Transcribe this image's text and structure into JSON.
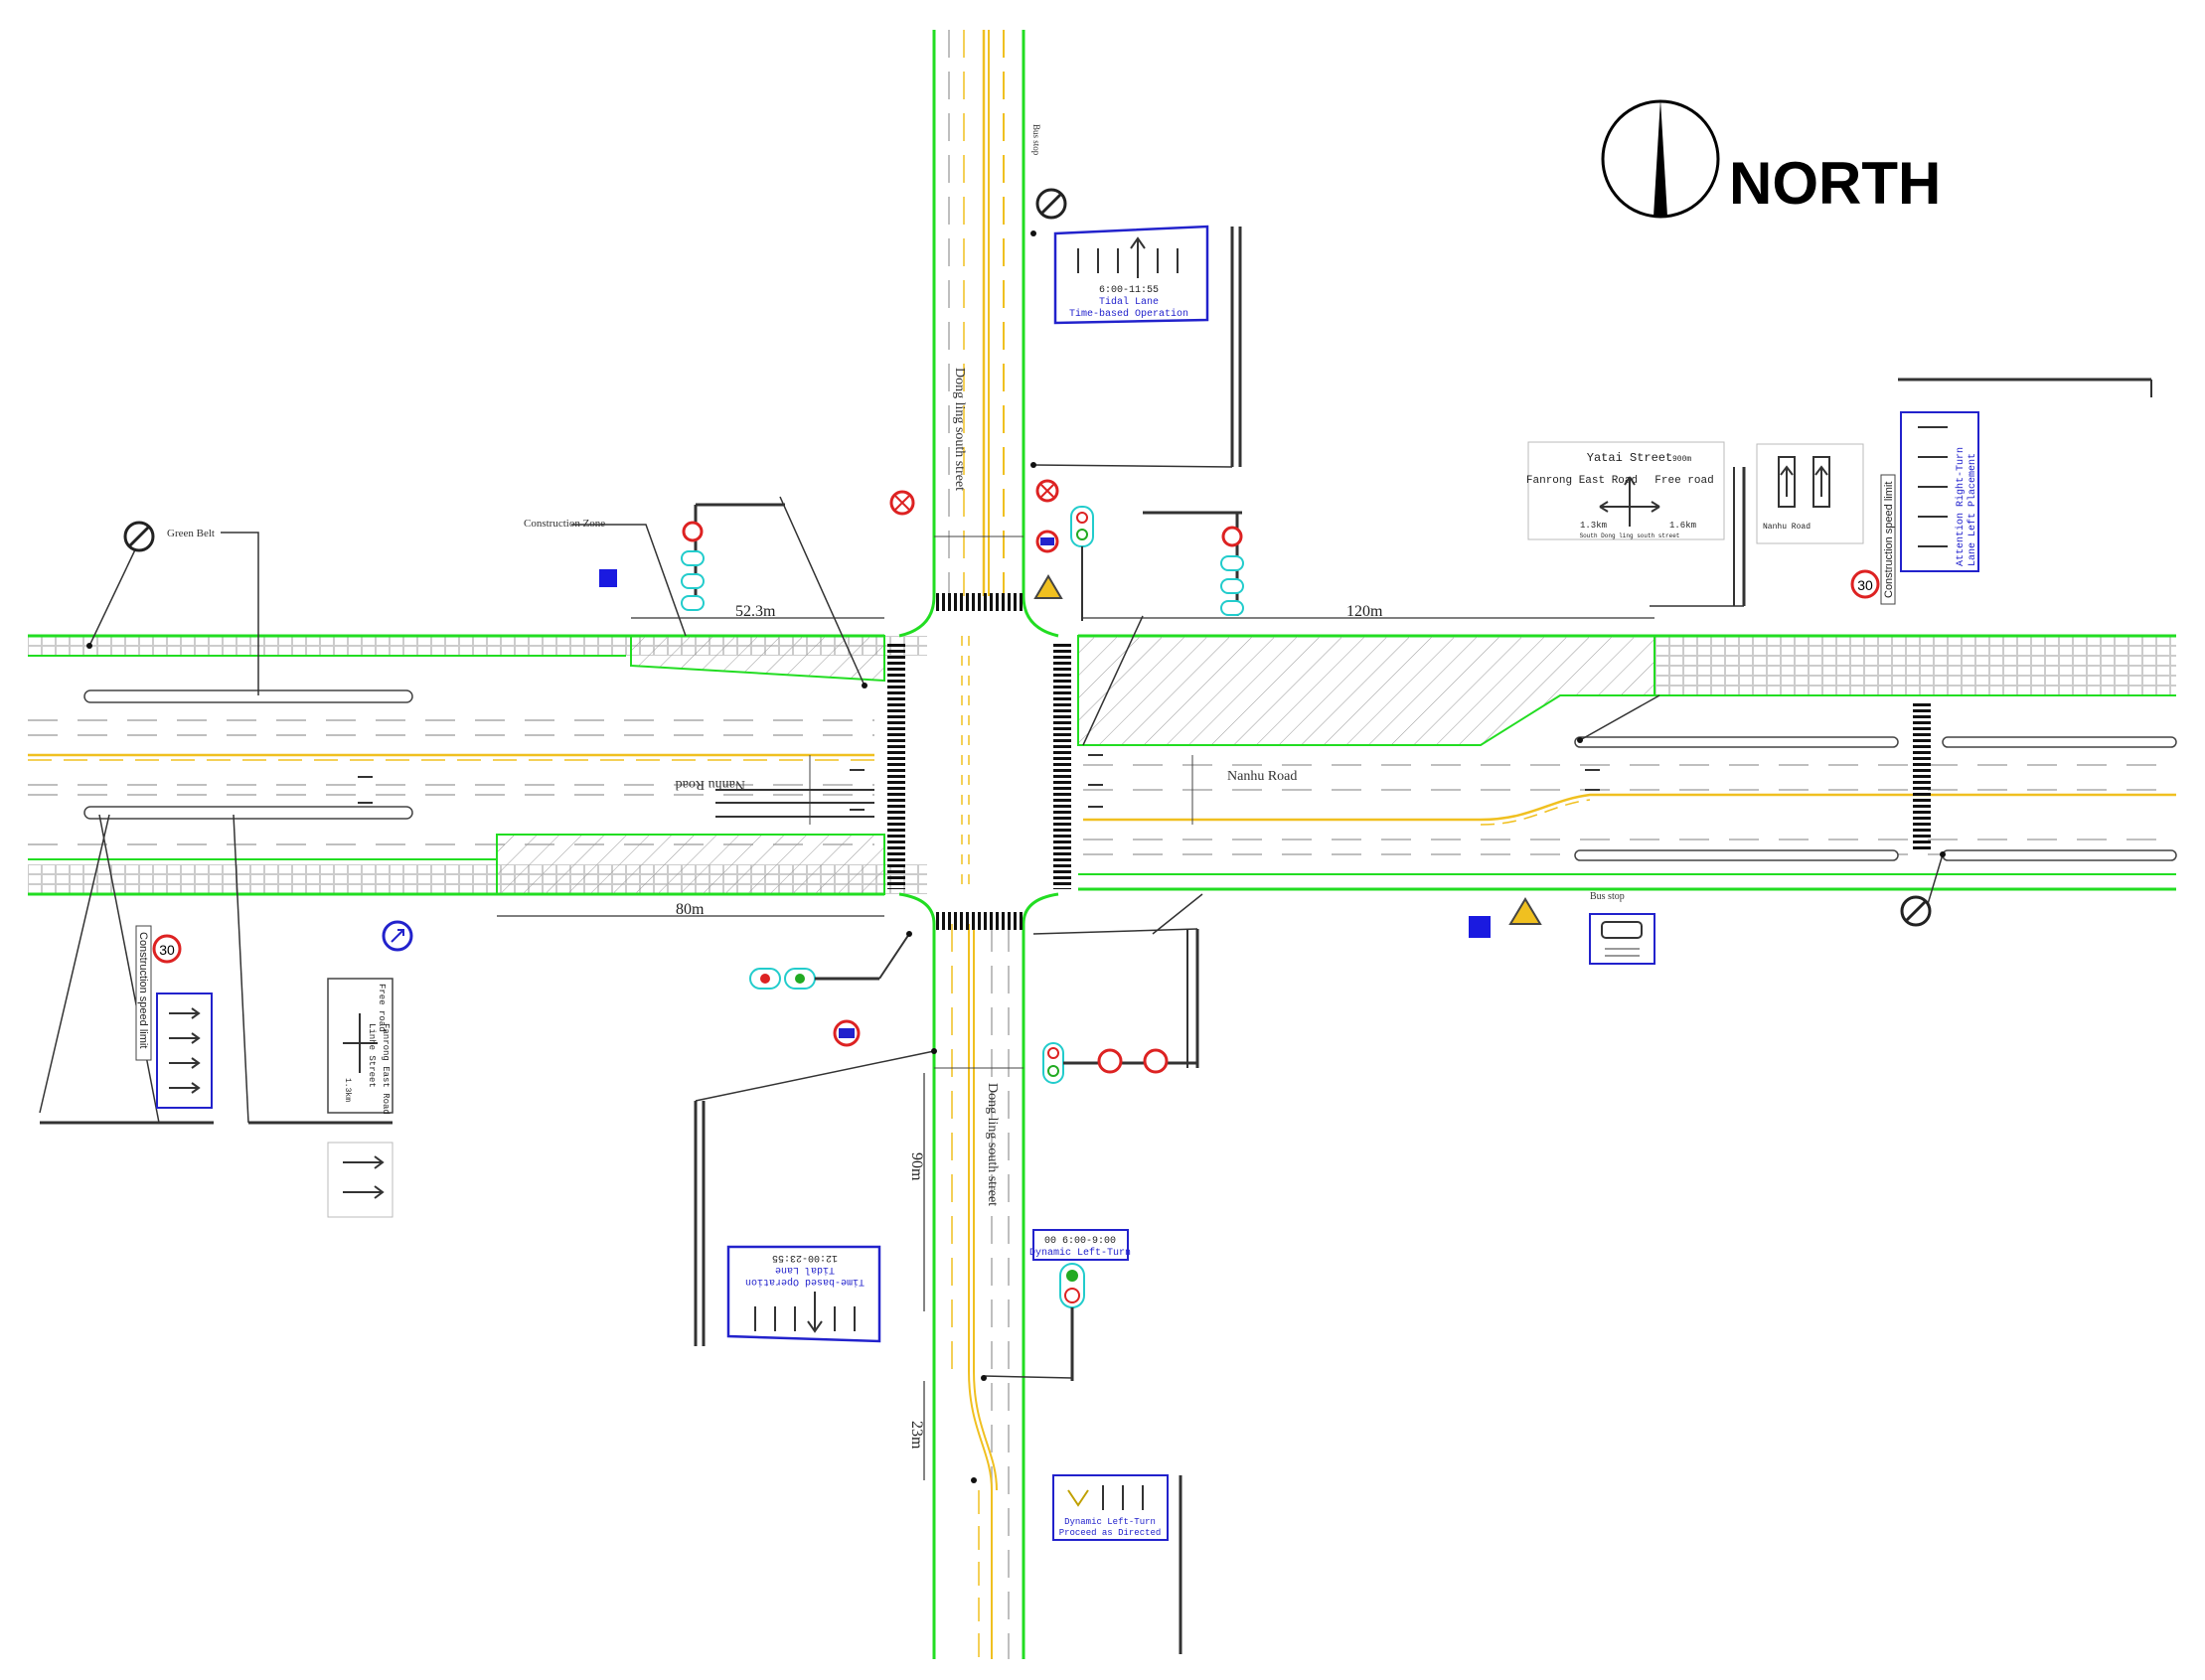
{
  "compass": {
    "label": "NORTH"
  },
  "roads": {
    "ns_name": "Dong ling south street",
    "ew_name": "Nanhu Road"
  },
  "dimensions": {
    "west_construction": "52.3m",
    "west_bottom": "80m",
    "east": "120m",
    "south_upper": "90m",
    "south_lower": "23m"
  },
  "annotations": {
    "green_belt": "Green Belt",
    "construction_zone": "Construction Zone",
    "bus_stop": "Bus stop",
    "bus_stop_north": "Bus stop"
  },
  "signs": {
    "tidal_north": {
      "time": "6:00-11:55",
      "line1": "Tidal Lane",
      "line2": "Time-based Operation"
    },
    "tidal_south": {
      "time": "12:00-23:55",
      "line1": "Tidal Lane",
      "line2": "Time-based Operation"
    },
    "dynamic_left": {
      "time": "00 6:00-9:00",
      "label": "Dynamic Left-Turn"
    },
    "dynamic_left_bottom": {
      "line1": "Dynamic Left-Turn",
      "line2": "Proceed as Directed"
    },
    "guide_east": {
      "top": "Yatai Street",
      "top_dist": "900m",
      "left": "Fanrong East Road",
      "right": "Free road",
      "left_dist": "1.3km",
      "right_dist": "1.6km",
      "bottom": "South Dong ling south street"
    },
    "lane_east_label": "Nanhu Road",
    "speed_limit": "30",
    "construction_speed_limit": "Construction speed limit",
    "guide_west": {
      "line1": "Free road",
      "line2": "Linhe Street",
      "line3": "Fanrong East Road",
      "dist": "1.3km"
    },
    "attention_right_turn": {
      "line1": "Attention Right-Turn",
      "line2": "Lane Left Placement"
    }
  },
  "colors": {
    "road_edge": "#22dd22",
    "center_line": "#f0c020",
    "sign_blue": "#2222cc",
    "signal_cyan": "#22cccc",
    "prohibit_red": "#dd2222",
    "marker_blue": "#1a1ae0"
  }
}
